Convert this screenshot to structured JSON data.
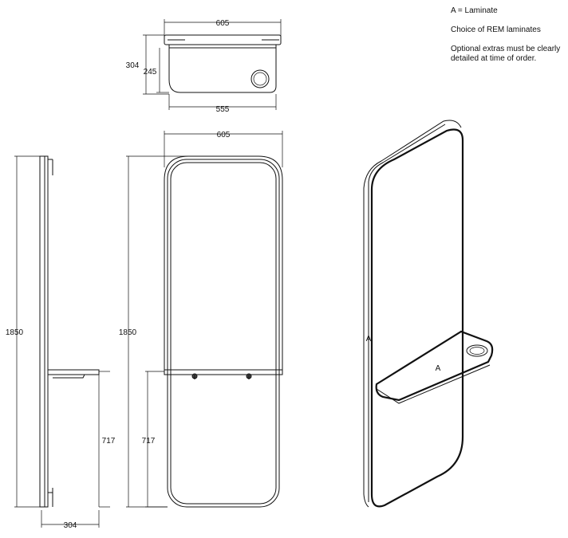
{
  "notes": {
    "laminate": "A = Laminate",
    "choice": "Choice of REM laminates",
    "optional": "Optional extras must be clearly detailed at time of order."
  },
  "dimensions": {
    "top_width": "605",
    "top_depth_total": "304",
    "top_depth_unit": "245",
    "top_unit_width": "555",
    "front_width": "605",
    "side_height": "1850",
    "front_height": "1850",
    "side_unit_height": "717",
    "front_unit_height": "717",
    "side_depth": "304"
  },
  "labels": {
    "panel_material": "A",
    "shelf_material": "A"
  }
}
